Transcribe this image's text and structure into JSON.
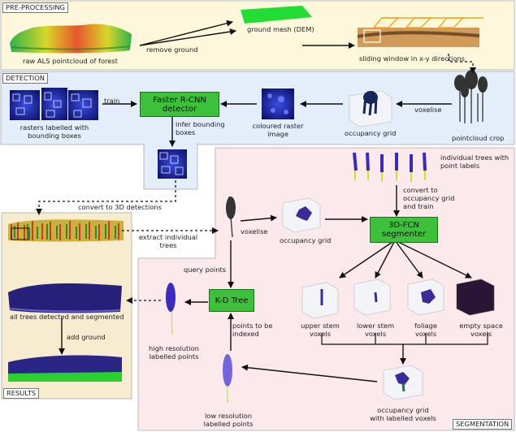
{
  "sections": {
    "preprocessing": "PRE-PROCESSING",
    "detection": "DETECTION",
    "segmentation": "SEGMENTATION",
    "results": "RESULTS"
  },
  "boxes": {
    "faster_rcnn": [
      "Faster R-CNN",
      "detector"
    ],
    "fcn": [
      "3D-FCN",
      "segmenter"
    ],
    "kdtree": "K-D Tree"
  },
  "labels": {
    "raw_als": "raw ALS pointcloud of forest",
    "remove_ground": "remove ground",
    "ground_mesh": "ground mesh (DEM)",
    "sliding_window": "sliding window in x-y directions",
    "rasters_labelled": [
      "rasters labelled with",
      "bounding boxes"
    ],
    "train": "train",
    "infer_bboxes": [
      "infer bounding",
      "boxes"
    ],
    "coloured_raster": [
      "coloured raster",
      "image"
    ],
    "occupancy_grid_det": "occupancy grid",
    "voxelise_det": "voxelise",
    "pointcloud_crop": "pointcloud crop",
    "convert_3d": "convert to 3D detections",
    "extract_trees": [
      "extract individual",
      "trees"
    ],
    "voxelise_seg": "voxelise",
    "occupancy_grid_seg": "occupancy grid",
    "individual_trees": [
      "individual trees with",
      "point labels"
    ],
    "convert_grid_train": [
      "convert to",
      "occupancy grid",
      "and train"
    ],
    "query_points": "query points",
    "upper_stem": [
      "upper stem",
      "voxels"
    ],
    "lower_stem": [
      "lower stem",
      "voxels"
    ],
    "foliage": [
      "foliage",
      "voxels"
    ],
    "empty_space": [
      "empty space",
      "voxels"
    ],
    "high_res": [
      "high resolution",
      "labelled points"
    ],
    "points_indexed": [
      "points to be",
      "indexed"
    ],
    "all_trees": "all trees detected and segmented",
    "add_ground": "add ground",
    "low_res": [
      "low resolution",
      "labelled points"
    ],
    "occ_labelled": [
      "occupancy grid",
      "with labelled voxels"
    ]
  },
  "colors": {
    "preprocessing_bg": "#fdf7dc",
    "detection_bg": "#e3eefa",
    "segmentation_bg": "#fbe9ec",
    "results_bg": "#f7ecd0",
    "box_green": "#3dc13a",
    "tree_purple": "#3a2b9a"
  }
}
